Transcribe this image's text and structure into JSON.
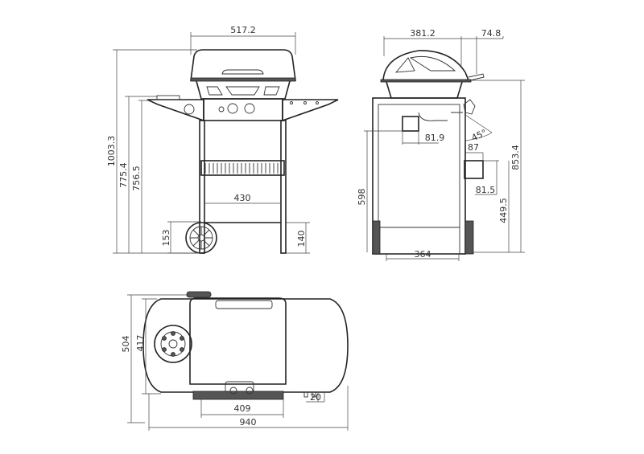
{
  "front_view": {
    "width_lid": "517.2",
    "height_total": "1003.3",
    "height_shelf_top": "775.4",
    "height_shelf": "756.5",
    "leg_spacing": "430",
    "wheel_height": "153",
    "bottom_bar_height": "140"
  },
  "side_view": {
    "lid_depth": "381.2",
    "handle_overhang": "74.8",
    "tank_holder_width": "81.9",
    "knob_angle": "45°",
    "hook_width": "87",
    "hook_height": "81.5",
    "hook_elevation": "449.5",
    "firebox_height": "853.4",
    "tank_holder_height": "598",
    "wheel_spacing": "364"
  },
  "top_view": {
    "depth_total": "504",
    "depth_shelf": "417",
    "firebox_width": "409",
    "width_total": "940",
    "hook_offset": "20"
  }
}
